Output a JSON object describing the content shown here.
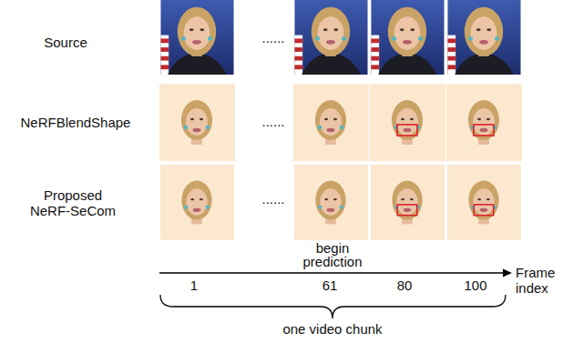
{
  "diagram": {
    "labels": [
      "Source",
      "......",
      "NeRFBlendShape",
      "......",
      "Proposed NeRF-SeCom",
      "......",
      "begin prediction",
      "1",
      "61",
      "80",
      "100",
      "Frame index",
      "one video chunk"
    ]
  }
}
